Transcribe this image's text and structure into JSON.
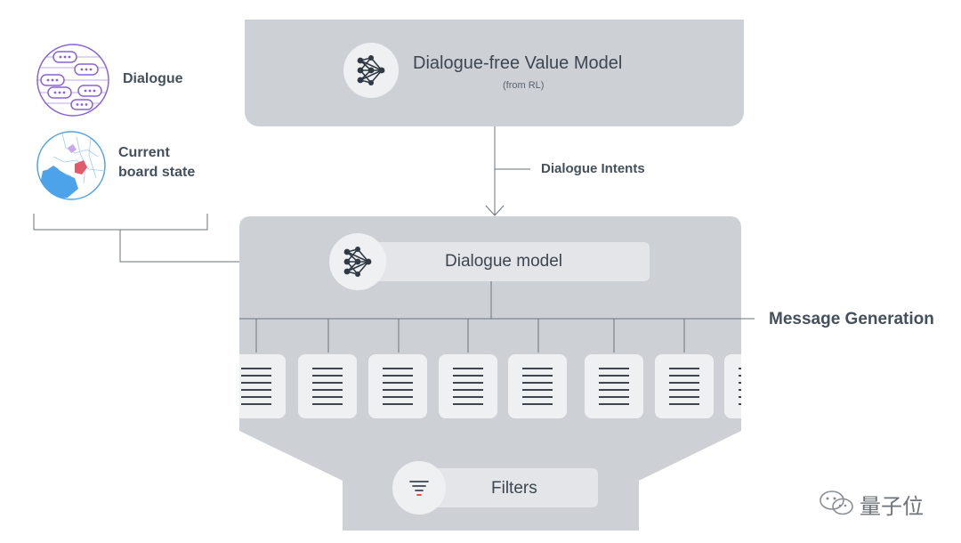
{
  "inputs": {
    "dialogue_label": "Dialogue",
    "board_label_line1": "Current",
    "board_label_line2": "board state"
  },
  "value_model": {
    "title": "Dialogue-free Value Model",
    "subtitle": "(from RL)"
  },
  "arrow_label": "Dialogue Intents",
  "dialogue_model": {
    "label": "Dialogue model"
  },
  "message_generation": {
    "label": "Message Generation"
  },
  "filters": {
    "label": "Filters"
  },
  "watermark": {
    "text": "量子位"
  },
  "icons": {
    "network": "neural-network-icon",
    "filter": "filter-icon",
    "document": "document-icon",
    "dialogue": "dialogue-bubbles-icon",
    "map": "map-icon"
  },
  "colors": {
    "panel": "#cdd1d6",
    "inner": "#e3e5e8",
    "text": "#44505c",
    "dialogue_accent": "#8a64d6",
    "map_blue": "#4da3ea",
    "map_red": "#e05c6c",
    "filter_red": "#e53935"
  }
}
